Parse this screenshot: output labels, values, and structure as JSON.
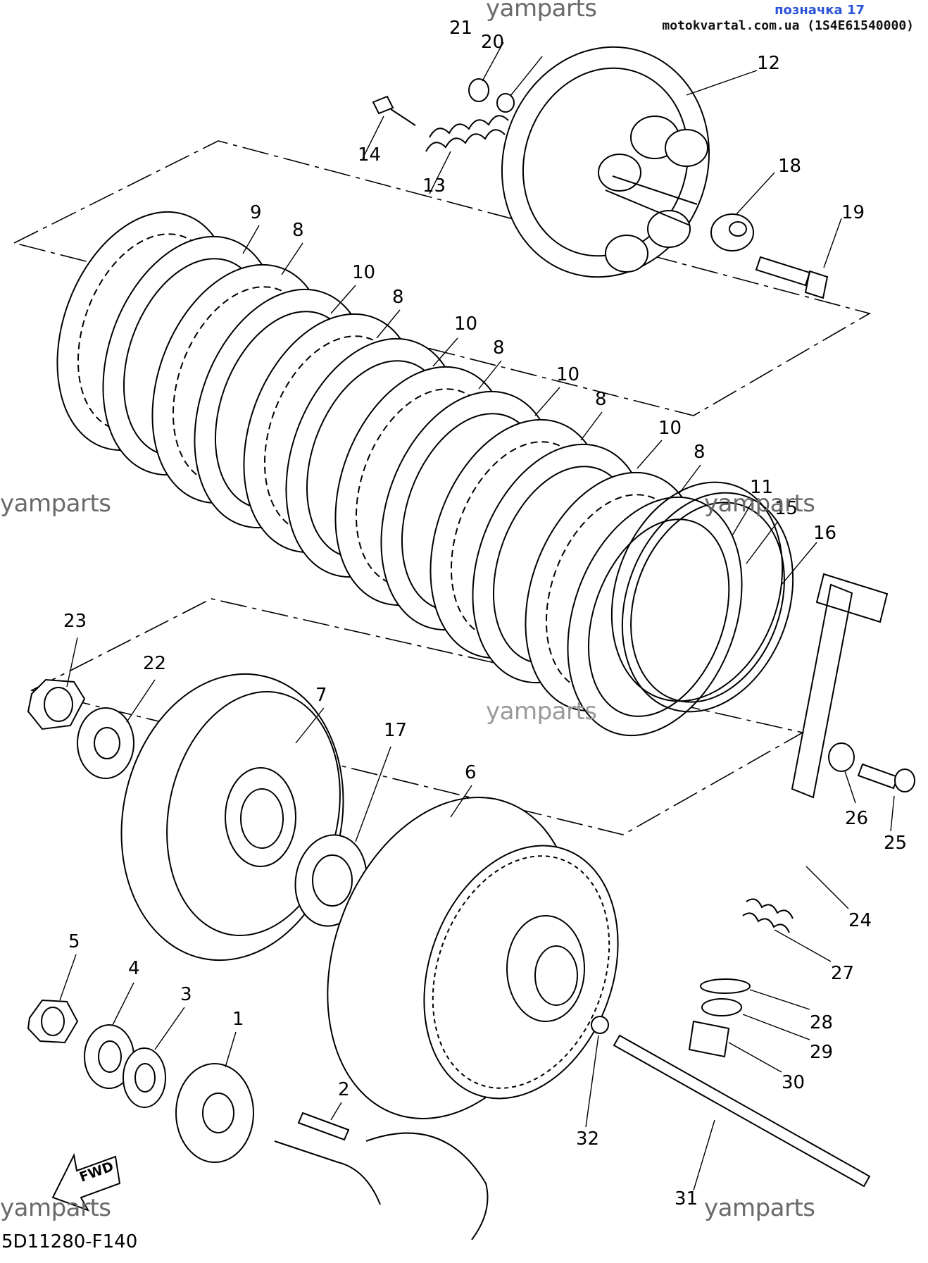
{
  "header": {
    "badge": "позначка 17",
    "source": "motokvartal.com.ua (1S4E61540000)",
    "watermark": "yamparts"
  },
  "footer": {
    "reference_code": "5D11280-F140",
    "direction_label": "FWD"
  },
  "callouts": [
    "21",
    "20",
    "12",
    "14",
    "13",
    "18",
    "19",
    "9",
    "8",
    "10",
    "8",
    "10",
    "8",
    "10",
    "8",
    "10",
    "8",
    "11",
    "15",
    "16",
    "23",
    "22",
    "7",
    "17",
    "6",
    "26",
    "25",
    "24",
    "27",
    "28",
    "29",
    "30",
    "5",
    "4",
    "3",
    "1",
    "2",
    "32",
    "31"
  ]
}
